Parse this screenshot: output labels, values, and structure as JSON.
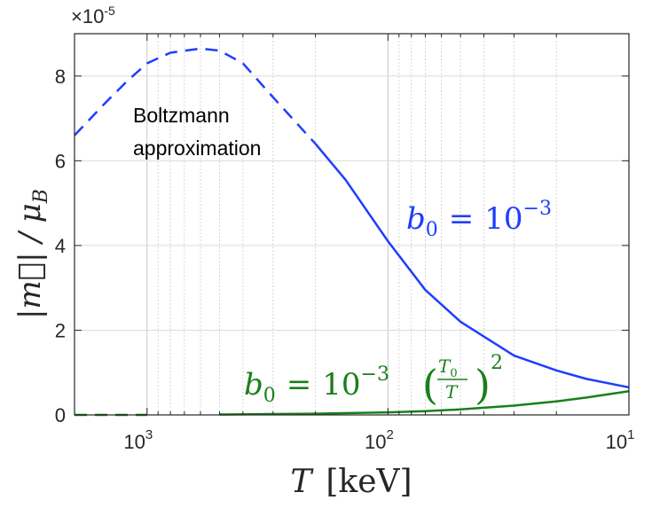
{
  "chart_data": {
    "type": "line",
    "x_scale": "log",
    "x_reversed": true,
    "xlim": [
      2000,
      10
    ],
    "ylim": [
      0,
      9e-05
    ],
    "y_multiplier_label": {
      "base": "×10",
      "exponent": "-5"
    },
    "xlabel": {
      "var": "T",
      "unit": "[keV]"
    },
    "ylabel": {
      "text": "|m⃗| / μ",
      "sub": "B"
    },
    "x_ticks": [
      {
        "value": 1000,
        "base": "10",
        "exponent": "3"
      },
      {
        "value": 100,
        "base": "10",
        "exponent": "2"
      },
      {
        "value": 10,
        "base": "10",
        "exponent": "1"
      }
    ],
    "y_ticks": [
      {
        "value": 0,
        "label": "0"
      },
      {
        "value": 2e-05,
        "label": "2"
      },
      {
        "value": 4e-05,
        "label": "4"
      },
      {
        "value": 6e-05,
        "label": "6"
      },
      {
        "value": 8e-05,
        "label": "8"
      }
    ],
    "grid": true,
    "annotations": [
      {
        "id": "boltzmann",
        "lines": [
          "Boltzmann",
          "approximation"
        ],
        "color": "#000000"
      },
      {
        "id": "blue-label",
        "text": "b₀ = 10⁻³",
        "color": "#1f3dff"
      },
      {
        "id": "green-label",
        "text": "b₀ = 10⁻³ (T₀/T)²",
        "color": "#1a7f1a"
      }
    ],
    "series": [
      {
        "color": "#1f3dff",
        "x": [
          2000,
          1500,
          1200,
          1000,
          800,
          600,
          500,
          400,
          300,
          200,
          150,
          100,
          70,
          50,
          30,
          20,
          15,
          10
        ],
        "y": [
          6.6e-05,
          7.35e-05,
          7.9e-05,
          8.3e-05,
          8.55e-05,
          8.65e-05,
          8.6e-05,
          8.3e-05,
          7.5e-05,
          6.4e-05,
          5.55e-05,
          4.1e-05,
          2.95e-05,
          2.2e-05,
          1.4e-05,
          1.05e-05,
          8.5e-06,
          6.5e-06
        ],
        "dashed_until_x": 200
      },
      {
        "color": "#1a7f1a",
        "x": [
          2000,
          1000,
          500,
          300,
          200,
          100,
          70,
          50,
          30,
          20,
          15,
          10
        ],
        "y": [
          0,
          0,
          1e-07,
          2e-07,
          3e-07,
          6e-07,
          9e-07,
          1.3e-06,
          2.2e-06,
          3.2e-06,
          4.1e-06,
          5.6e-06
        ],
        "dashed_until_x": 600
      }
    ]
  }
}
